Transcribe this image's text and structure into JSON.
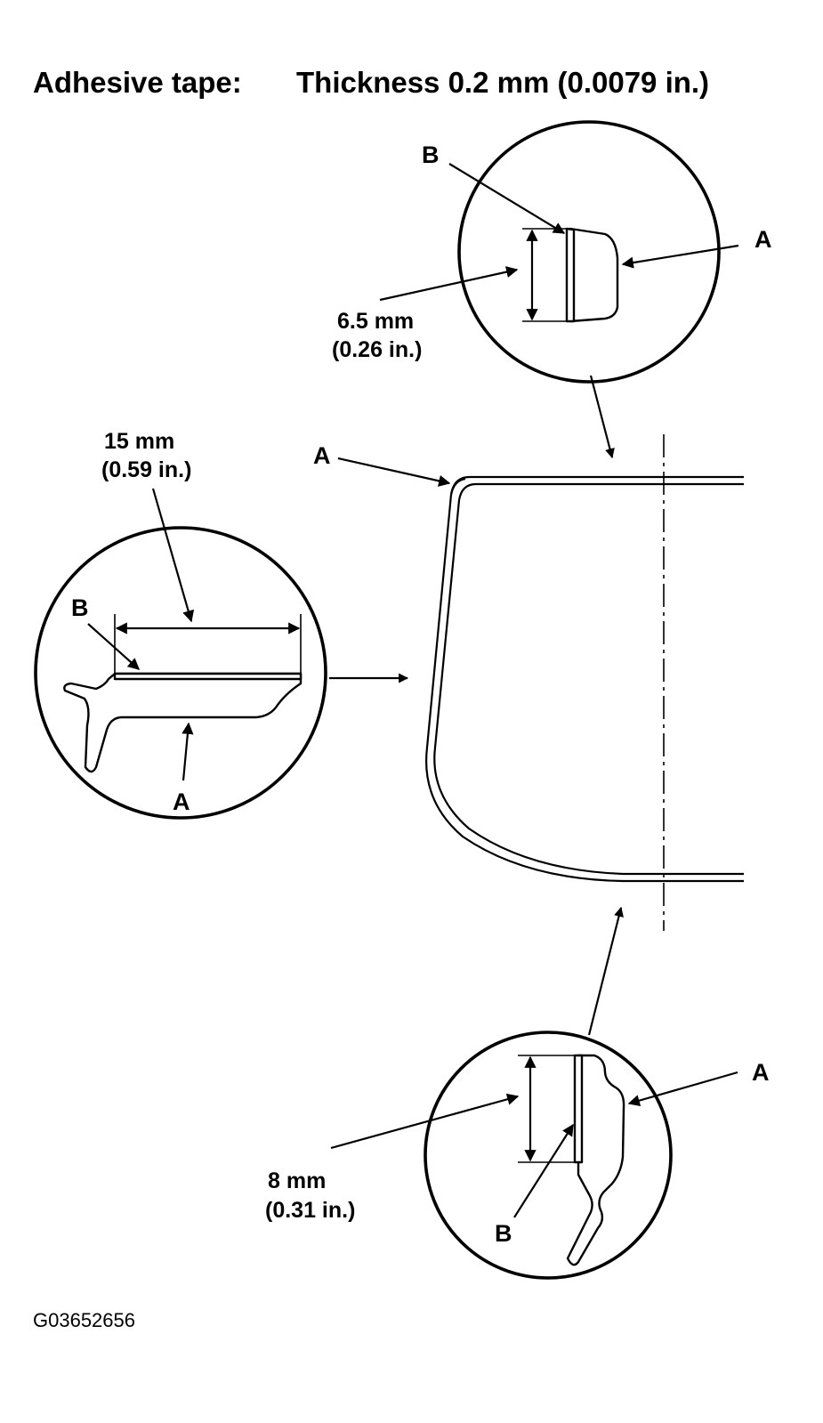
{
  "header": {
    "tape_label": "Adhesive tape:",
    "thickness_text": "Thickness 0.2 mm (0.0079 in.)"
  },
  "top_detail": {
    "label_b": "B",
    "label_a": "A",
    "measure_mm": "6.5 mm",
    "measure_in": "(0.26 in.)"
  },
  "left_detail": {
    "label_b": "B",
    "label_a": "A",
    "measure_mm": "15 mm",
    "measure_in": "(0.59 in.)"
  },
  "bottom_detail": {
    "label_b": "B",
    "label_a": "A",
    "measure_mm": "8 mm",
    "measure_in": "(0.31 in.)"
  },
  "main_view": {
    "label_a": "A"
  },
  "figure_code": "G03652656"
}
